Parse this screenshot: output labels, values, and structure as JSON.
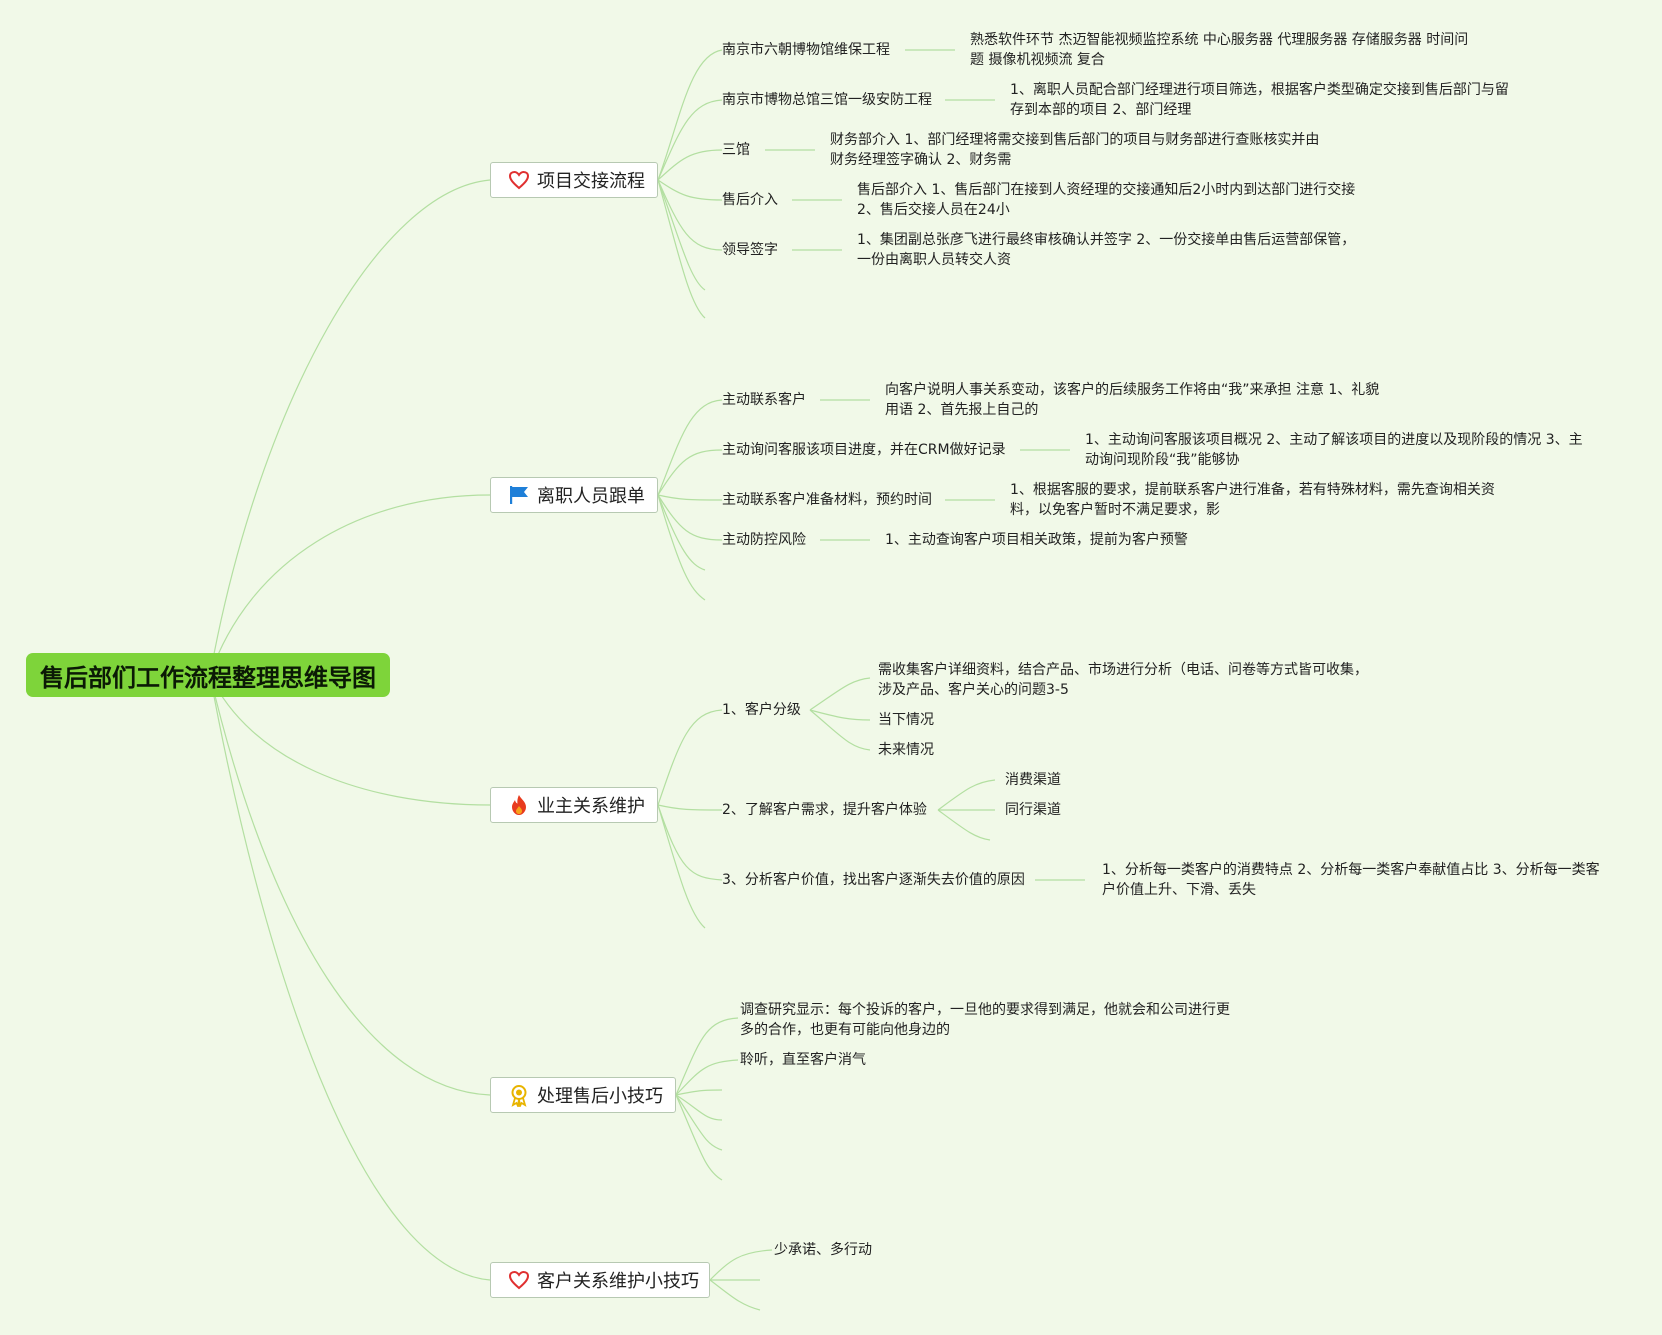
{
  "root": {
    "title": "售后部们工作流程整理思维导图"
  },
  "branches": {
    "b1": {
      "title": "项目交接流程",
      "icon": "heart-icon",
      "topics": [
        {
          "label": "南京市六朝博物馆维保工程",
          "detail": "熟悉软件环节 杰迈智能视频监控系统 中心服务器 代理服务器 存储服务器 时间问题 摄像机视频流 复合"
        },
        {
          "label": "南京市博物总馆三馆一级安防工程",
          "detail": "1、离职人员配合部门经理进行项目筛选，根据客户类型确定交接到售后部门与留存到本部的项目 2、部门经理"
        },
        {
          "label": "三馆",
          "detail": "财务部介入 1、部门经理将需交接到售后部门的项目与财务部进行查账核实并由财务经理签字确认 2、财务需"
        },
        {
          "label": "售后介入",
          "detail": "售后部介入 1、售后部门在接到人资经理的交接通知后2小时内到达部门进行交接 2、售后交接人员在24小"
        },
        {
          "label": "领导签字",
          "detail": "1、集团副总张彦飞进行最终审核确认并签字 2、一份交接单由售后运营部保管，一份由离职人员转交人资"
        }
      ]
    },
    "b2": {
      "title": "离职人员跟单",
      "icon": "flag-icon",
      "topics": [
        {
          "label": "主动联系客户",
          "detail": "向客户说明人事关系变动，该客户的后续服务工作将由“我”来承担 注意 1、礼貌用语 2、首先报上自己的"
        },
        {
          "label": "主动询问客服该项目进度，并在CRM做好记录",
          "detail": "1、主动询问客服该项目概况 2、主动了解该项目的进度以及现阶段的情况 3、主动询问现阶段“我”能够协"
        },
        {
          "label": "主动联系客户准备材料，预约时间",
          "detail": "1、根据客服的要求，提前联系客户进行准备，若有特殊材料，需先查询相关资料，以免客户暂时不满足要求，影"
        },
        {
          "label": "主动防控风险",
          "detail": "1、主动查询客户项目相关政策，提前为客户预警"
        }
      ]
    },
    "b3": {
      "title": "业主关系维护",
      "icon": "fire-icon",
      "topic1": {
        "label": "1、客户分级",
        "subs": [
          "需收集客户详细资料，结合产品、市场进行分析（电话、问卷等方式皆可收集，涉及产品、客户关心的问题3-5",
          "当下情况",
          "未来情况"
        ]
      },
      "topic2": {
        "label": "2、了解客户需求，提升客户体验",
        "subs": [
          "消费渠道",
          "同行渠道"
        ]
      },
      "topic3": {
        "label": "3、分析客户价值，找出客户逐渐失去价值的原因",
        "detail": "1、分析每一类客户的消费特点 2、分析每一类客户奉献值占比 3、分析每一类客户价值上升、下滑、丢失"
      }
    },
    "b4": {
      "title": "处理售后小技巧",
      "icon": "award-icon",
      "topics": [
        "调查研究显示：每个投诉的客户，一旦他的要求得到满足，他就会和公司进行更多的合作，也更有可能向他身边的",
        "聆听，直至客户消气"
      ]
    },
    "b5": {
      "title": "客户关系维护小技巧",
      "icon": "heart-icon",
      "topics": [
        "少承诺、多行动"
      ]
    }
  },
  "colors": {
    "line": "#b3dfa1",
    "root": "#7ed43a",
    "heart": "#e03030",
    "flag": "#1e7fd8",
    "fire": "#e83b1e",
    "award": "#e8b400"
  }
}
